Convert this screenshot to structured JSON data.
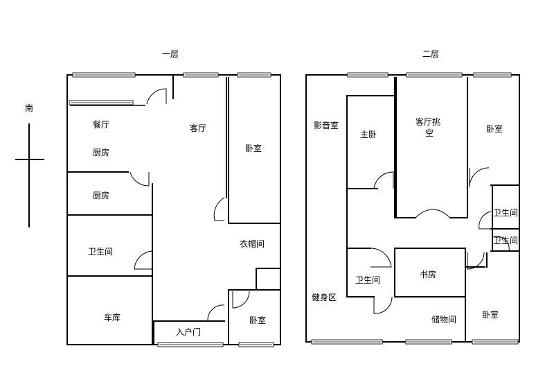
{
  "floor1": {
    "title": "一层",
    "rooms": {
      "dining": "餐厅",
      "kitchen_a": "厨房",
      "kitchen_b": "厨房",
      "living": "客厅",
      "bedroom_main": "卧室",
      "bathroom": "卫生间",
      "cloakroom": "衣帽间",
      "garage": "车库",
      "entrance": "入户门",
      "bedroom_small": "卧室"
    }
  },
  "floor2": {
    "title": "二层",
    "rooms": {
      "av_room": "影音室",
      "master_bedroom": "主卧",
      "living_void_line1": "客厅挑",
      "living_void_line2": "空",
      "bedroom_ne": "卧室",
      "bathroom_right_a": "卫生间",
      "bathroom_right_b": "卫生间",
      "bathroom_left": "卫生间",
      "study": "书房",
      "gym": "健身区",
      "storage": "储物间",
      "bedroom_se": "卧室"
    }
  },
  "compass": {
    "label": "南"
  }
}
